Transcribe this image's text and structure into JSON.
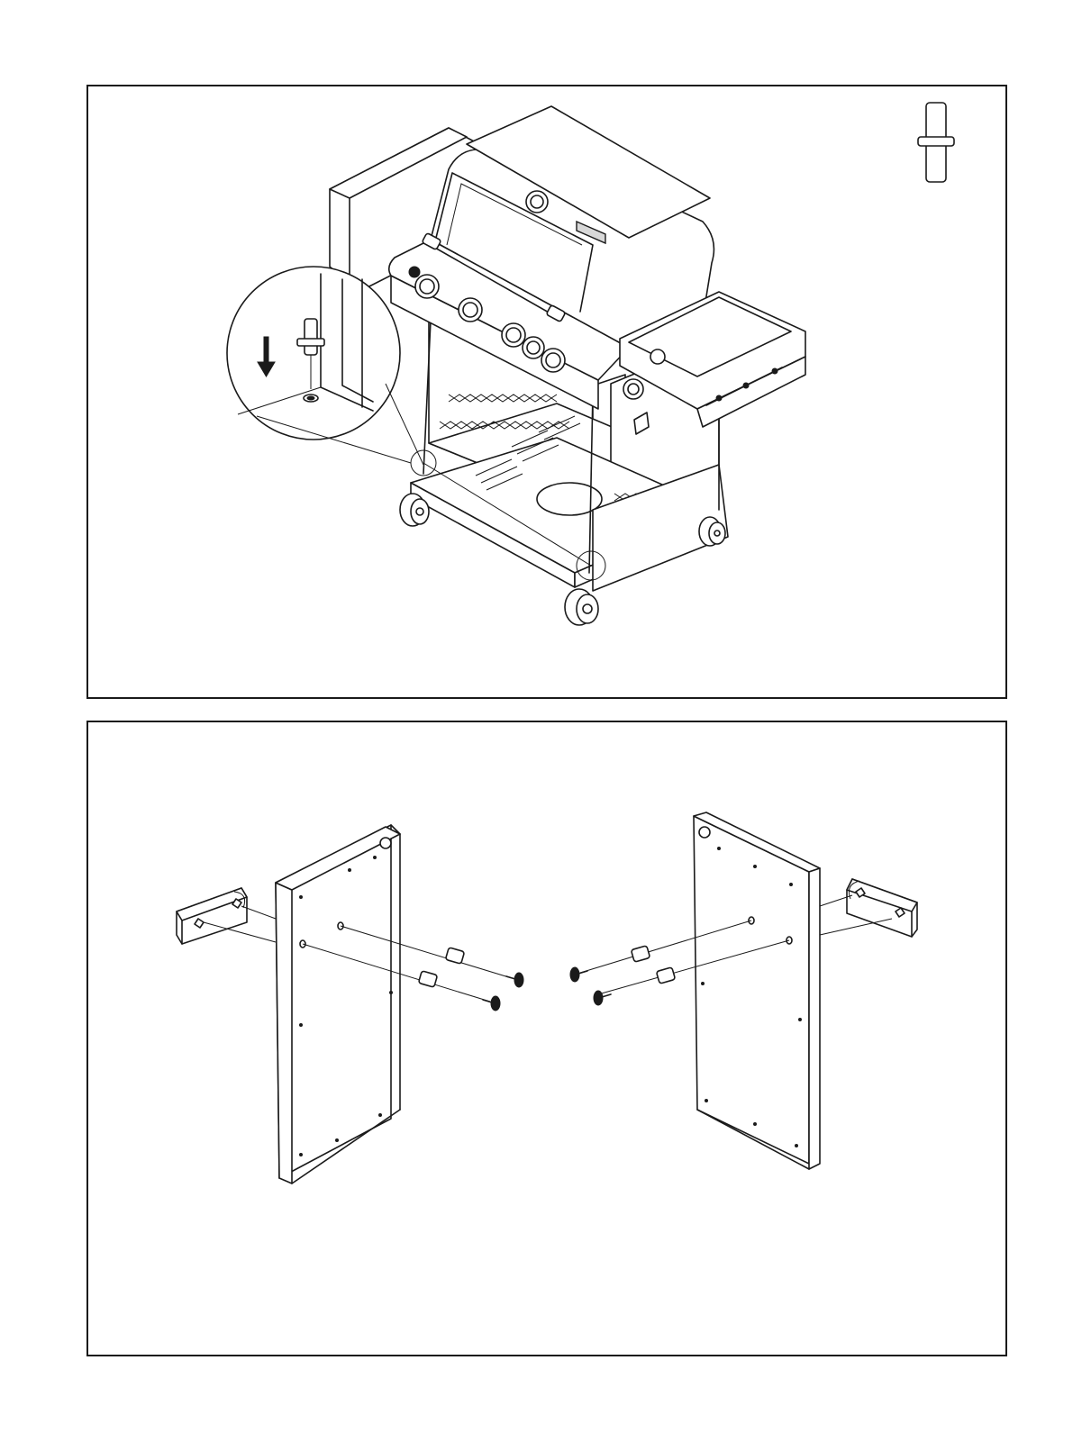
{
  "document": {
    "type": "assembly-instructions",
    "panels": [
      {
        "id": "top",
        "content": "grill-caster-insertion-step"
      },
      {
        "id": "bottom",
        "content": "side-panel-bracket-assembly-step"
      }
    ]
  },
  "colors": {
    "line": "#1a1a1a",
    "paper": "#ffffff",
    "shade": "#d8d8d8"
  },
  "icons": {
    "hardware": "caster-pin-icon",
    "direction": "down-arrow-icon"
  }
}
